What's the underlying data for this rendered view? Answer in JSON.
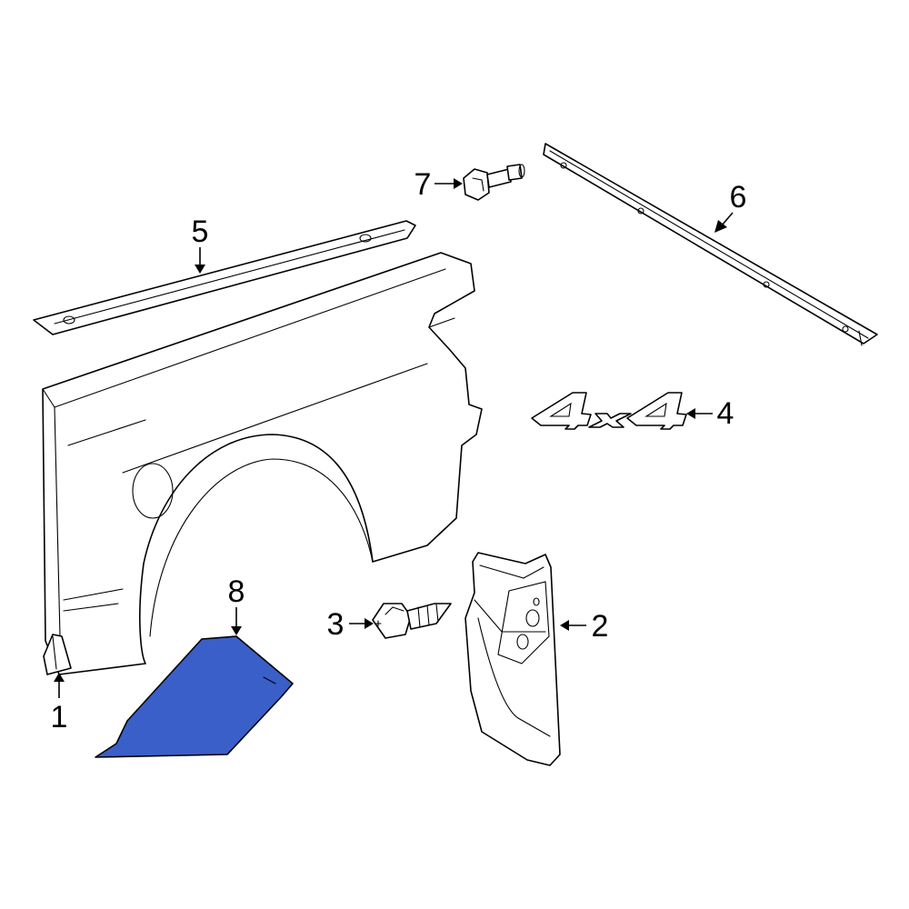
{
  "diagram": {
    "callouts": [
      {
        "id": "1",
        "label": "1"
      },
      {
        "id": "2",
        "label": "2"
      },
      {
        "id": "3",
        "label": "3"
      },
      {
        "id": "4",
        "label": "4"
      },
      {
        "id": "5",
        "label": "5"
      },
      {
        "id": "6",
        "label": "6"
      },
      {
        "id": "7",
        "label": "7"
      },
      {
        "id": "8",
        "label": "8"
      }
    ],
    "emblem_text": "4x4",
    "colors": {
      "highlight_part": "#3a5fc8",
      "line": "#000000",
      "background": "#ffffff"
    }
  }
}
